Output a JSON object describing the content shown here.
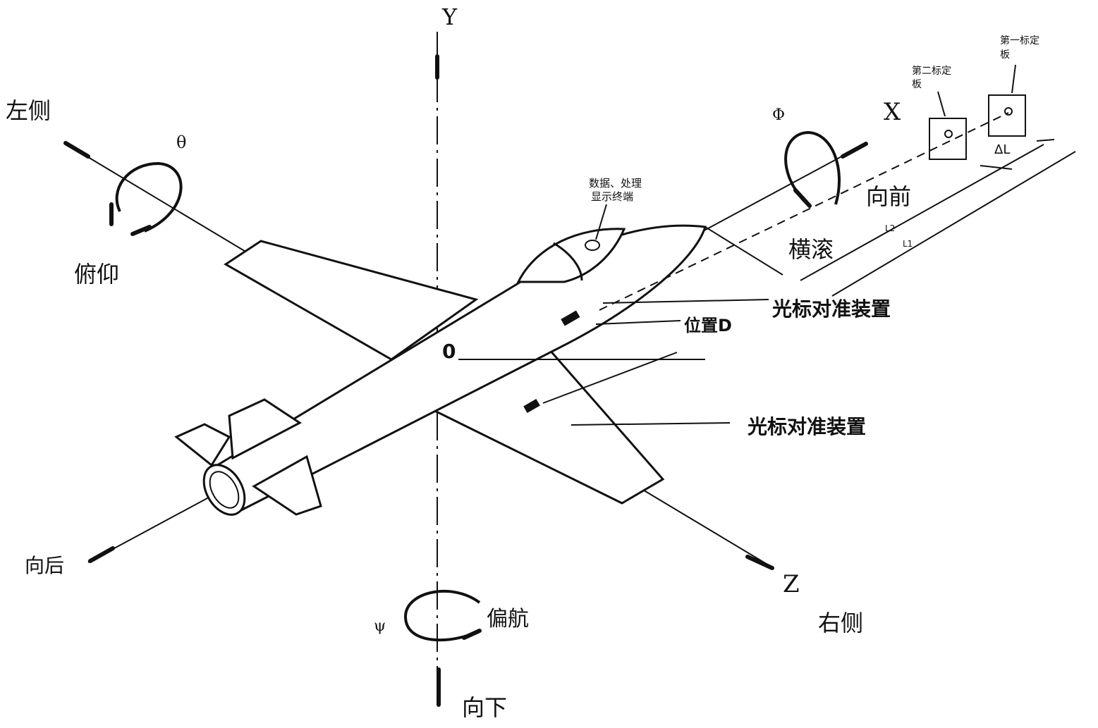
{
  "axes": {
    "y_label": "Y",
    "x_label": "X",
    "z_label": "Z",
    "origin_label": "0"
  },
  "directions": {
    "left": "左侧",
    "right": "右侧",
    "forward": "向前",
    "backward": "向后",
    "down": "向下"
  },
  "rotations": {
    "pitch_symbol": "θ",
    "pitch_label": "俯仰",
    "roll_symbol": "Φ",
    "roll_label": "横滚",
    "yaw_symbol": "ψ",
    "yaw_label": "偏航"
  },
  "components": {
    "cursor_device_upper": "光标对准装置",
    "cursor_device_lower": "光标对准装置",
    "position_d": "位置D",
    "display_terminal_line1": "数据、处理",
    "display_terminal_line2": "显示终端"
  },
  "calibration": {
    "board1_line1": "第一标定",
    "board1_line2": "板",
    "board2_line1": "第二标定",
    "board2_line2": "板",
    "delta_l": "ΔL",
    "l1": "L1",
    "l2": "L2"
  }
}
